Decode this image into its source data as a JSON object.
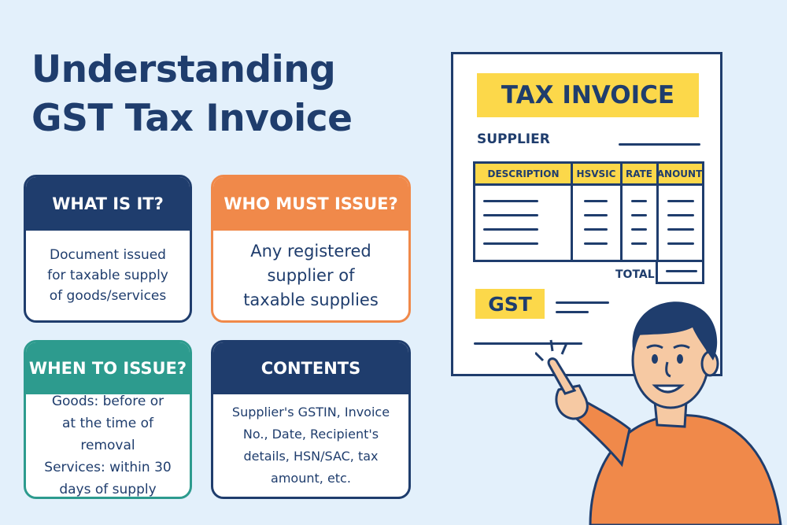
{
  "title_line1": "Understanding",
  "title_line2": "GST Tax Invoice",
  "cards": {
    "what": {
      "heading": "WHAT IS IT?",
      "lines": [
        "Document issued",
        "for taxable supply",
        "of goods/services"
      ]
    },
    "who": {
      "heading": "WHO MUST ISSUE?",
      "lines": [
        "Any registered",
        "supplier of",
        "taxable supplies"
      ]
    },
    "when": {
      "heading": "WHEN TO ISSUE?",
      "lines": [
        "Goods: before or",
        "at the time of removal",
        "Services: within 30",
        "days of supply"
      ]
    },
    "contents": {
      "heading": "CONTENTS",
      "lines": [
        "Supplier's GSTIN, Invoice",
        "No., Date, Recipient's",
        "details, HSN/SAC, tax",
        "amount, etc."
      ]
    }
  },
  "invoice": {
    "title": "TAX INVOICE",
    "supplier": "SUPPLIER",
    "columns": [
      "DESCRIPTION",
      "HSVSIC",
      "RATE",
      "ANOUNT"
    ],
    "total": "TOTAL",
    "gst": "GST"
  },
  "colors": {
    "navy": "#1f3d6d",
    "orange": "#f0894a",
    "teal": "#2d9b8e",
    "yellow": "#fcd84a",
    "background": "#e3f0fb"
  },
  "icons": [
    "person-pointing-icon"
  ]
}
